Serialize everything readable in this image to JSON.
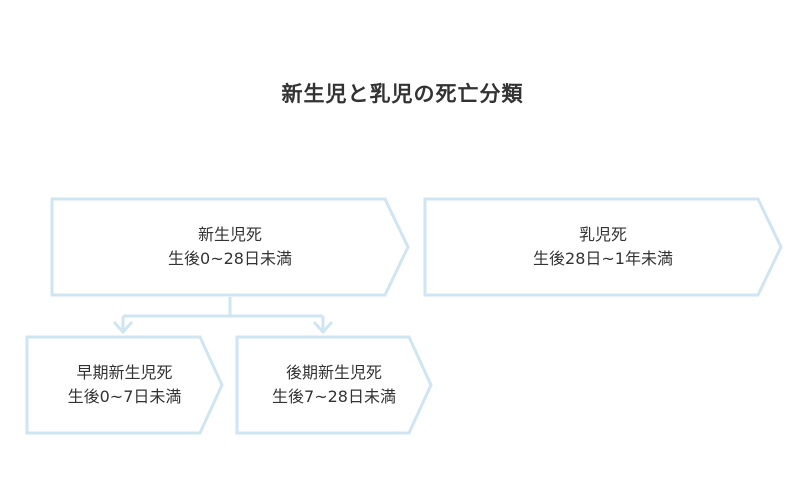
{
  "title": "新生児と乳児の死亡分類",
  "colors": {
    "stroke": "#cfe5f2",
    "text": "#333333",
    "background": "#ffffff"
  },
  "boxes": {
    "neonatal": {
      "line1": "新生児死",
      "line2": "生後0~28日未満"
    },
    "infant": {
      "line1": "乳児死",
      "line2": "生後28日~1年未満"
    },
    "early_neonatal": {
      "line1": "早期新生児死",
      "line2": "生後0~7日未満"
    },
    "late_neonatal": {
      "line1": "後期新生児死",
      "line2": "生後7~28日未満"
    }
  }
}
